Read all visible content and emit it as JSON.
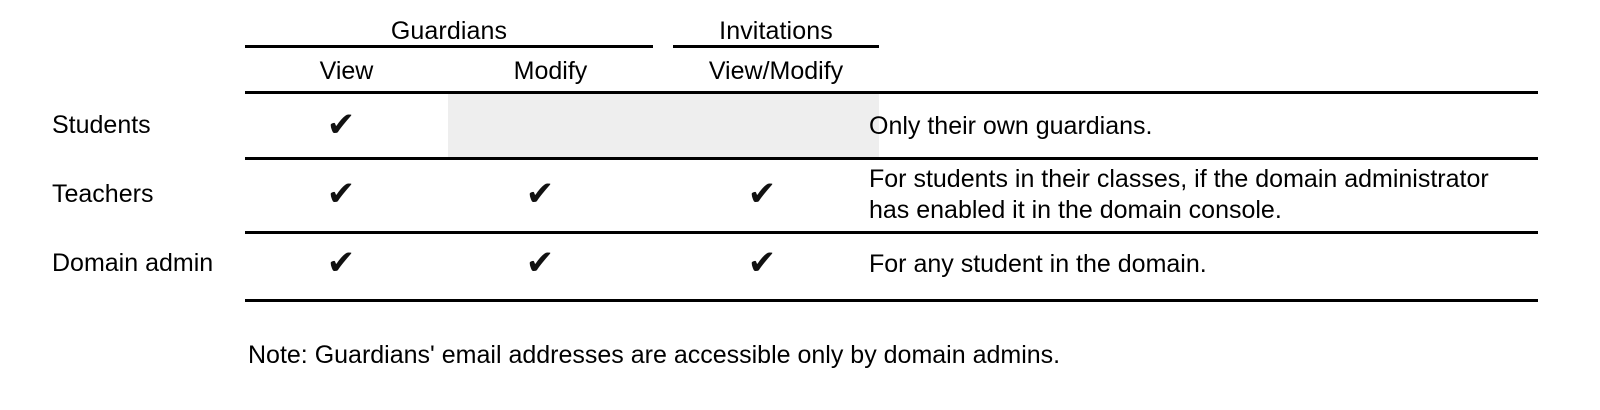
{
  "table": {
    "column_groups": [
      {
        "label": "Guardians",
        "span": 2
      },
      {
        "label": "Invitations",
        "span": 1
      }
    ],
    "columns": [
      {
        "key": "role",
        "label": ""
      },
      {
        "key": "guardians_view",
        "label": "View"
      },
      {
        "key": "guardians_modify",
        "label": "Modify"
      },
      {
        "key": "invitations_view_modify",
        "label": "View/Modify"
      },
      {
        "key": "notes",
        "label": ""
      }
    ],
    "check_glyph": "✔",
    "rows": [
      {
        "role": "Students",
        "guardians_view": "✔",
        "guardians_modify": "",
        "invitations_view_modify": "",
        "notes_line1": "Only their own guardians.",
        "notes_line2": ""
      },
      {
        "role": "Teachers",
        "guardians_view": "✔",
        "guardians_modify": "✔",
        "invitations_view_modify": "✔",
        "notes_line1": "For students in their classes, if the domain administrator",
        "notes_line2": "has enabled it in the domain console."
      },
      {
        "role": "Domain admin",
        "guardians_view": "✔",
        "guardians_modify": "✔",
        "invitations_view_modify": "✔",
        "notes_line1": "For any student in the domain.",
        "notes_line2": ""
      }
    ]
  },
  "footnote": "Note: Guardians' email addresses are accessible only by domain admins.",
  "colors": {
    "rule": "#000000",
    "shaded_cell": "#eeeeee",
    "text": "#000000",
    "background": "#ffffff"
  }
}
